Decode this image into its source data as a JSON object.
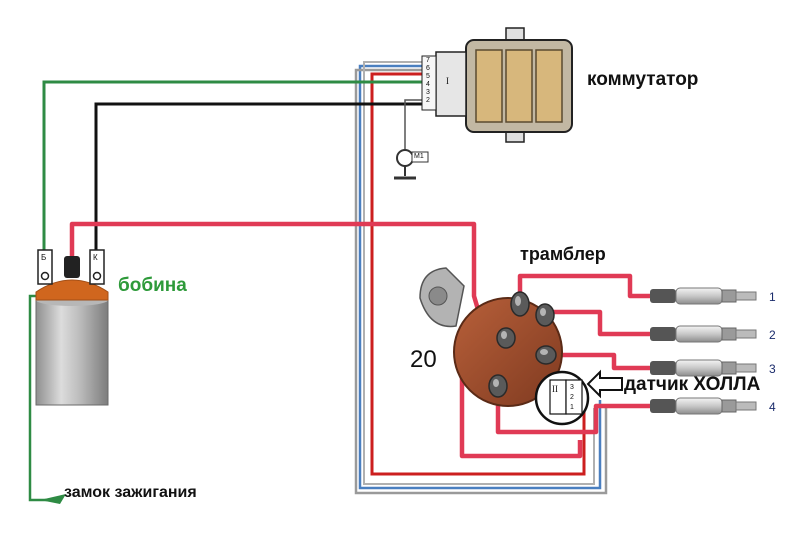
{
  "labels": {
    "kommutator": "коммутатор",
    "bobina": "бобина",
    "trambler": "трамблер",
    "hall_sensor": "датчик ХОЛЛА",
    "ignition_switch": "замок зажигания",
    "distributor_number": "20"
  },
  "commutator": {
    "connector_pins": [
      "7",
      "6",
      "5",
      "4",
      "3",
      "2"
    ],
    "roman_mark": "I"
  },
  "coil": {
    "terminal_b": "Б",
    "terminal_k": "К"
  },
  "ground": {
    "label": "M1"
  },
  "hall": {
    "roman_mark": "II",
    "pins": [
      "3",
      "2",
      "1"
    ]
  },
  "spark_plugs": [
    "1",
    "2",
    "3",
    "4"
  ],
  "colors": {
    "hv_wire": "#e03a55",
    "green_wire": "#2e8b44",
    "black_wire": "#111111",
    "red_wire": "#cc1f1f",
    "blue_wire": "#4a7fc0",
    "gray_wire": "#9a9a9a",
    "label_green": "#2e9a3a",
    "plug_number": "#1a2b6b",
    "distributor_cap": "#9c4a2c"
  }
}
